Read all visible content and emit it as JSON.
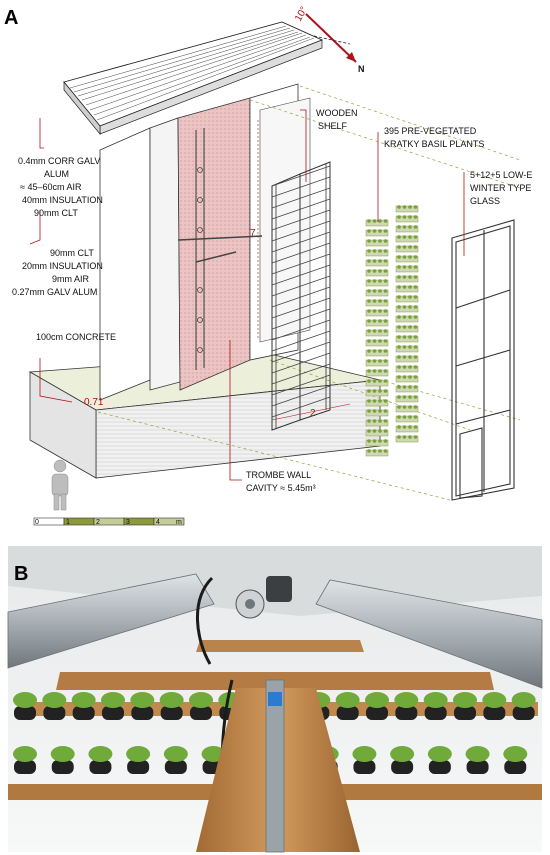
{
  "panel_a": {
    "label": "A",
    "north": {
      "angle": "10°",
      "letter": "N"
    },
    "annotations": {
      "roof": [
        "0.4mm CORR GALV",
        "ALUM",
        "≈ 45–60cm AIR",
        "40mm INSULATION",
        "90mm CLT"
      ],
      "wall": [
        "90mm CLT",
        "20mm INSULATION",
        "9mm AIR",
        "0.27mm GALV ALUM"
      ],
      "concrete": "100cm  CONCRETE",
      "shelf": [
        "WOODEN",
        "SHELF"
      ],
      "plants": [
        "395 PRE-VEGETATED",
        "KRATKY BASIL PLANTS"
      ],
      "glass": [
        "5+12+5 LOW-E",
        "WINTER TYPE",
        "GLASS"
      ],
      "trombe": [
        "TROMBE WALL",
        "CAVITY ≈ 5.45m³"
      ]
    },
    "dimensions": {
      "height": "7",
      "width": "2",
      "offset": "0.71"
    },
    "scale_bar": {
      "ticks": [
        "0",
        "1",
        "2",
        "3",
        "4",
        "m"
      ]
    }
  },
  "panel_b": {
    "label": "B"
  },
  "colors": {
    "trombe_fill": "#e9b8b8",
    "dim_red": "#b0121b",
    "plant_green": "#7aa03a",
    "wood": "#c08a4e",
    "concrete_top": "#ecefd9"
  }
}
